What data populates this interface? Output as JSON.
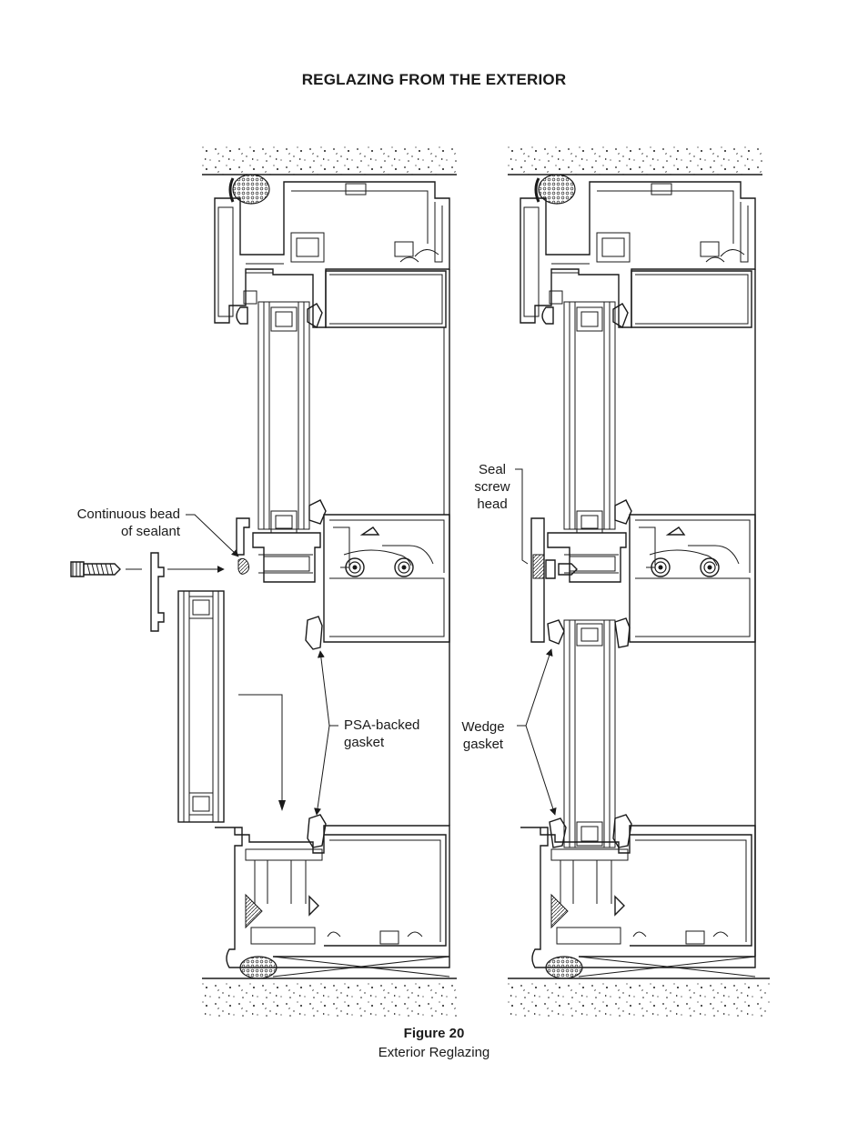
{
  "header": {
    "title": "REGLAZING FROM THE EXTERIOR"
  },
  "labels": {
    "continuous_bead_1": "Continuous bead",
    "continuous_bead_2": "of sealant",
    "psa_1": "PSA-backed",
    "psa_2": "gasket",
    "seal_1": "Seal",
    "seal_2": "screw",
    "seal_3": "head",
    "wedge_1": "Wedge",
    "wedge_2": "gasket"
  },
  "caption": {
    "figure": "Figure 20",
    "text": "Exterior Reglazing"
  },
  "colors": {
    "ink": "#1a1a1a",
    "paper": "#ffffff"
  }
}
